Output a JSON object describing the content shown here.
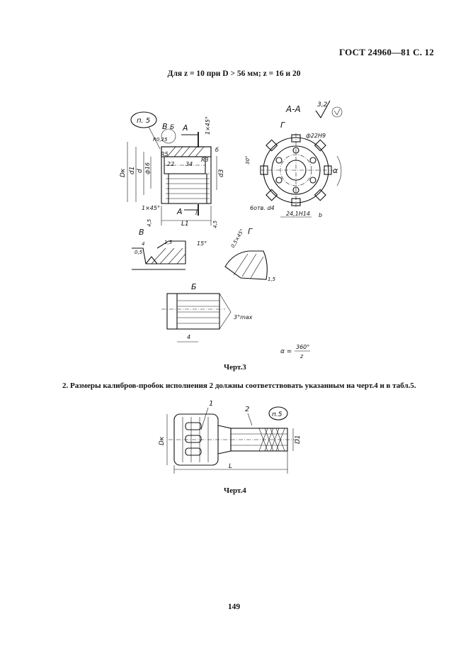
{
  "header": {
    "standard": "ГОСТ 24960—81 С. 12"
  },
  "subheading": "Для z = 10 при D > 56 мм; z = 16 и 20",
  "figure3": {
    "caption": "Черт.3",
    "labels": {
      "note_p5": "п. 5",
      "view_B": "В",
      "view_B_small": "Б",
      "section_A": "А",
      "section_AA": "А-А",
      "view_G": "Г",
      "roughness": "3,2",
      "chamfer_top": "1×45°",
      "chamfer_bottom": "1×45°",
      "r5_left": "R5",
      "r3": "R3",
      "r025": "R0,25",
      "dim_22": "22",
      "dim_34": "34",
      "dim_6": "б",
      "dim_dk": "Dк",
      "dim_d1": "d1",
      "dim_d": "d",
      "dim_d16": "ф16",
      "dim_d3": "d3",
      "dim_l": "l",
      "dim_l1": "L1",
      "dim_45": "4,5",
      "dim_22H9": "ф22Н9",
      "dim_alpha": "α",
      "dim_30": "30°",
      "dim_6otv": "6отв. d4",
      "dim_241H14": "24,1Н14",
      "dim_b": "b",
      "dim_05x45": "0,5×45°",
      "dim_15deg": "15°",
      "dim_15": "1,5",
      "dim_3max": "3°max",
      "dim_4": "4",
      "dim_05": "0,5",
      "formula_alpha": "α =",
      "formula_num": "360°",
      "formula_den": "z"
    }
  },
  "paragraph2": "2. Размеры калибров-пробок исполнения 2 должны соответствовать указанным на черт.4 и в табл.5.",
  "figure4": {
    "caption": "Черт.4",
    "labels": {
      "item1": "1",
      "item2": "2",
      "note_p5": "п.5",
      "dim_dk": "Dк",
      "dim_d1": "D1",
      "dim_L": "L"
    }
  },
  "page_number": "149"
}
